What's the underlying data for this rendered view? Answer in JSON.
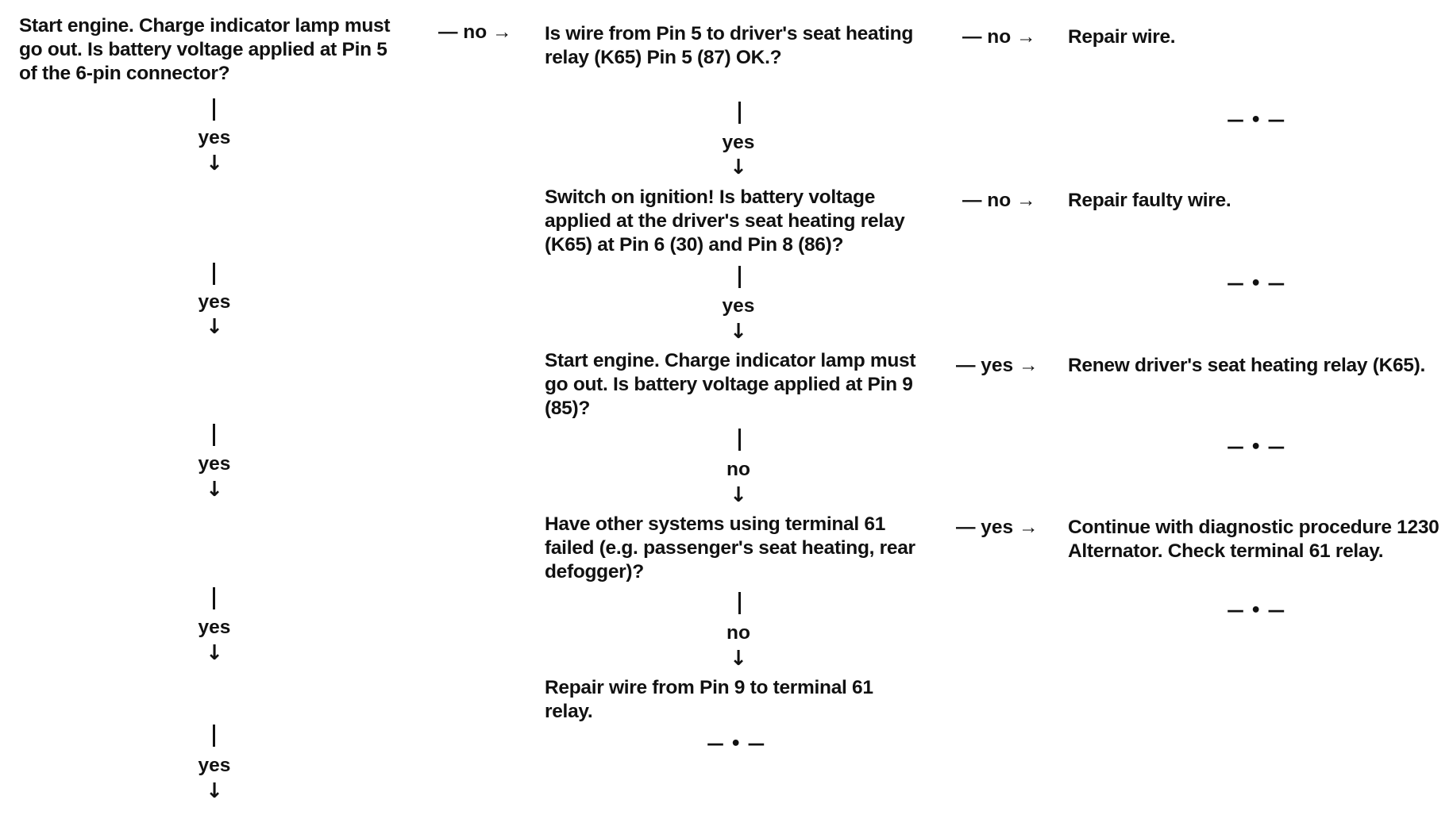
{
  "col1": {
    "box": "Start engine. Charge indicator lamp must\ngo out. Is battery voltage applied at Pin 5\nof the 6-pin connector?",
    "yes_labels": [
      "yes",
      "yes",
      "yes",
      "yes",
      "yes"
    ]
  },
  "col2": {
    "box1": "Is wire from Pin 5 to driver's seat heating\nrelay (K65) Pin 5 (87) OK.?",
    "box2": "Switch on ignition! Is battery voltage\napplied at the driver's seat heating relay\n(K65) at Pin 6 (30) and Pin 8 (86)?",
    "box3": "Start engine. Charge indicator lamp must\ngo out. Is battery voltage applied at Pin 9\n(85)?",
    "box4": "Have other systems using terminal 61\nfailed (e.g. passenger's seat heating, rear\ndefogger)?",
    "box5": "Repair wire from Pin 9 to terminal 61\nrelay.",
    "labels": [
      "yes",
      "yes",
      "no",
      "no"
    ]
  },
  "col3": {
    "r1": "Repair wire.",
    "r2": "Repair faulty wire.",
    "r3": "Renew driver's seat heating relay (K65).",
    "r4": "Continue with diagnostic procedure 1230\nAlternator. Check terminal 61 relay."
  },
  "connectors": {
    "c1_to_c2": "— no →",
    "r1": "— no →",
    "r2": "— no →",
    "r3": "— yes →",
    "r4": "— yes →"
  },
  "end_mark": "— • —",
  "down_arrow": "↓"
}
